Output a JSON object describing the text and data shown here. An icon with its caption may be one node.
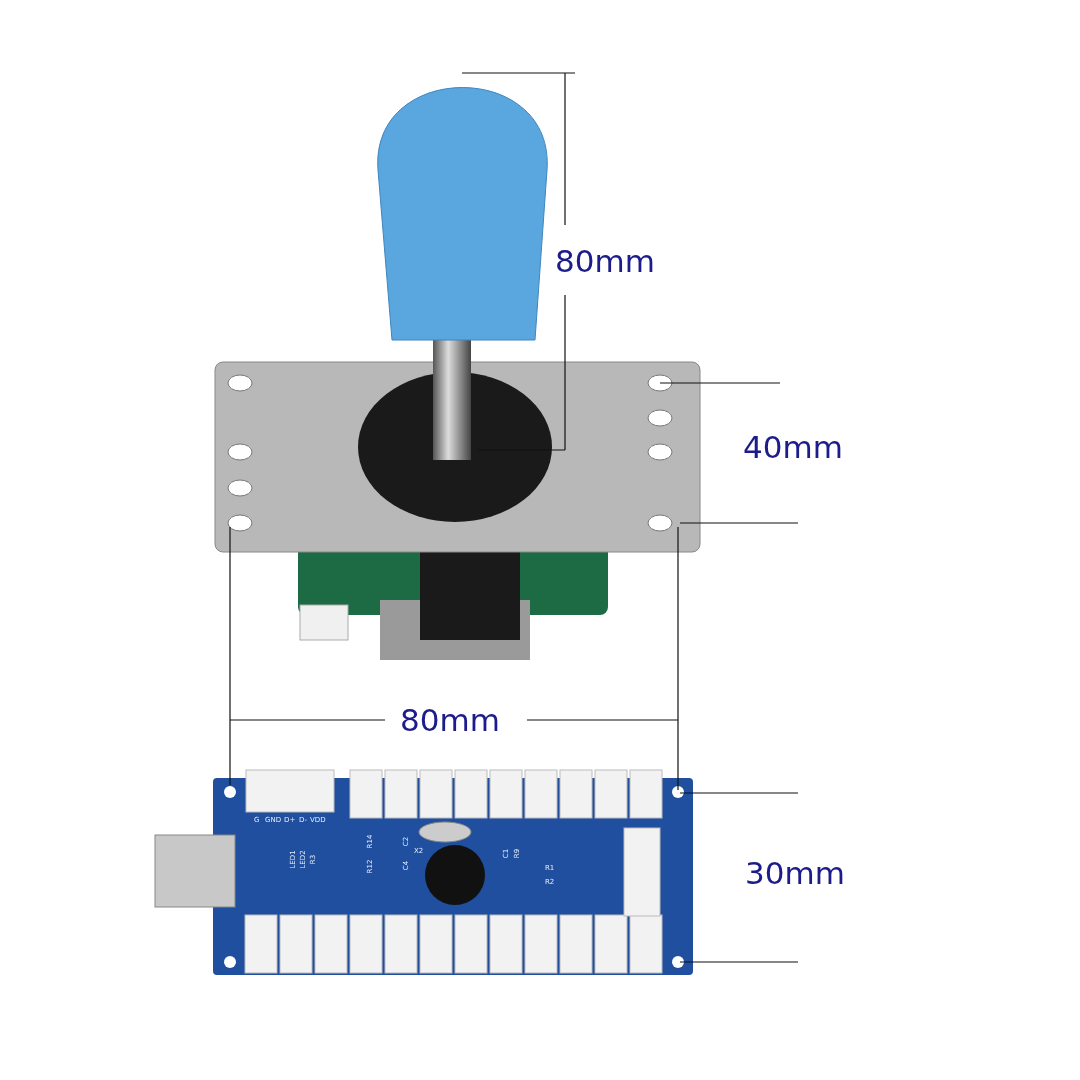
{
  "diagram": {
    "labels": [
      "80mm",
      "40mm",
      "80mm",
      "30mm",
      "G",
      "GND",
      "D+",
      "D-",
      "VDD",
      "LED1",
      "LED2",
      "R3",
      "R14",
      "C2",
      "R12",
      "C4",
      "X2",
      "C1",
      "R9",
      "R1",
      "R2"
    ]
  }
}
